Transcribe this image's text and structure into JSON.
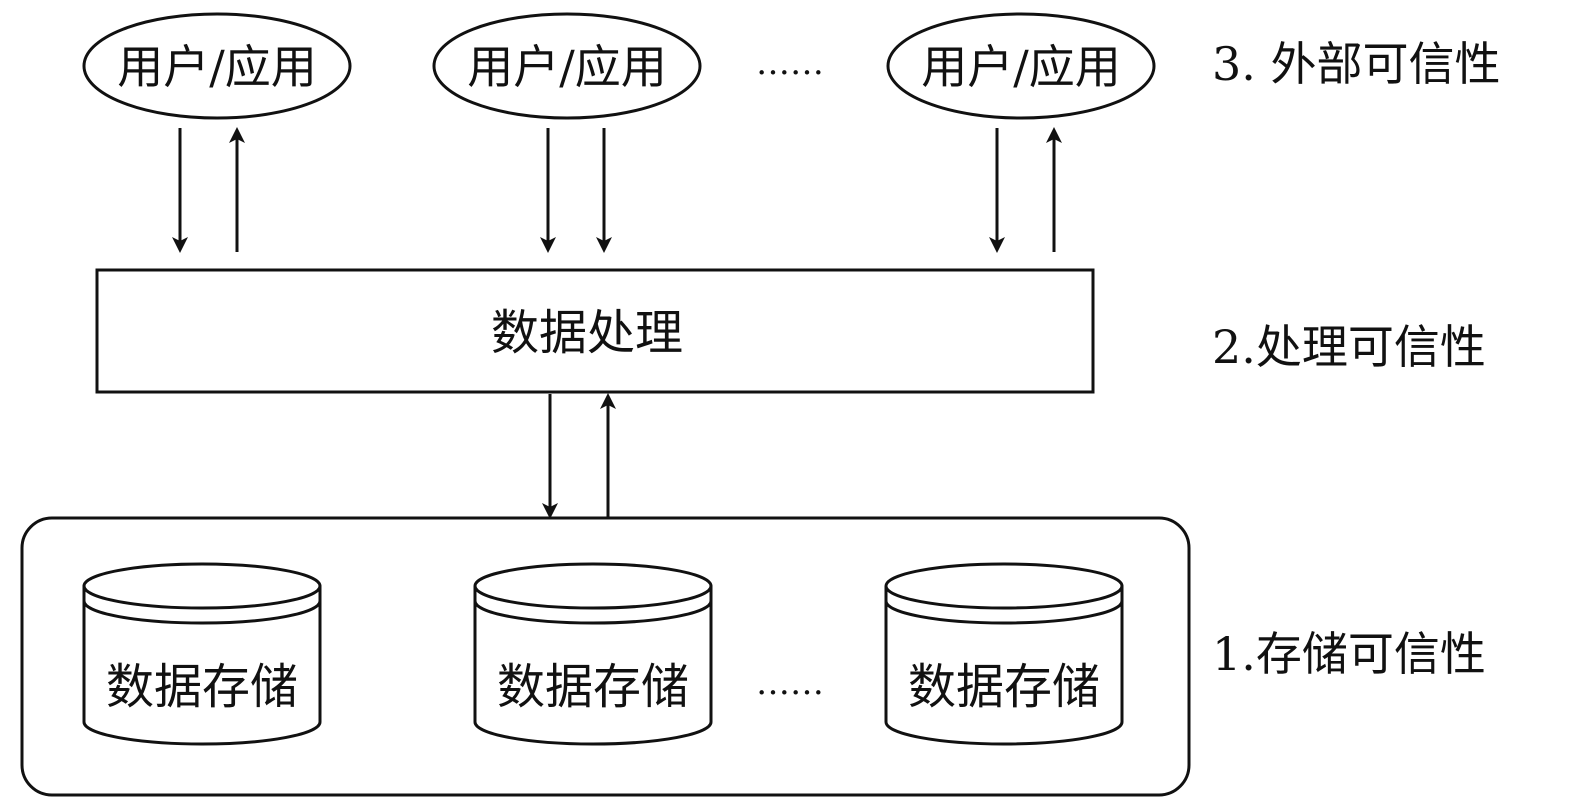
{
  "users": [
    {
      "label": "用户/应用"
    },
    {
      "label": "用户/应用"
    },
    {
      "label": "用户/应用"
    }
  ],
  "user_ellipsis": "……",
  "processing": {
    "label": "数据处理"
  },
  "storages": [
    {
      "label": "数据存储"
    },
    {
      "label": "数据存储"
    },
    {
      "label": "数据存储"
    }
  ],
  "storage_ellipsis": "……",
  "levels": {
    "external": "3. 外部可信性",
    "processing": "2.处理可信性",
    "storage": "1.存储可信性"
  },
  "colors": {
    "stroke": "#111111",
    "background": "#ffffff"
  }
}
